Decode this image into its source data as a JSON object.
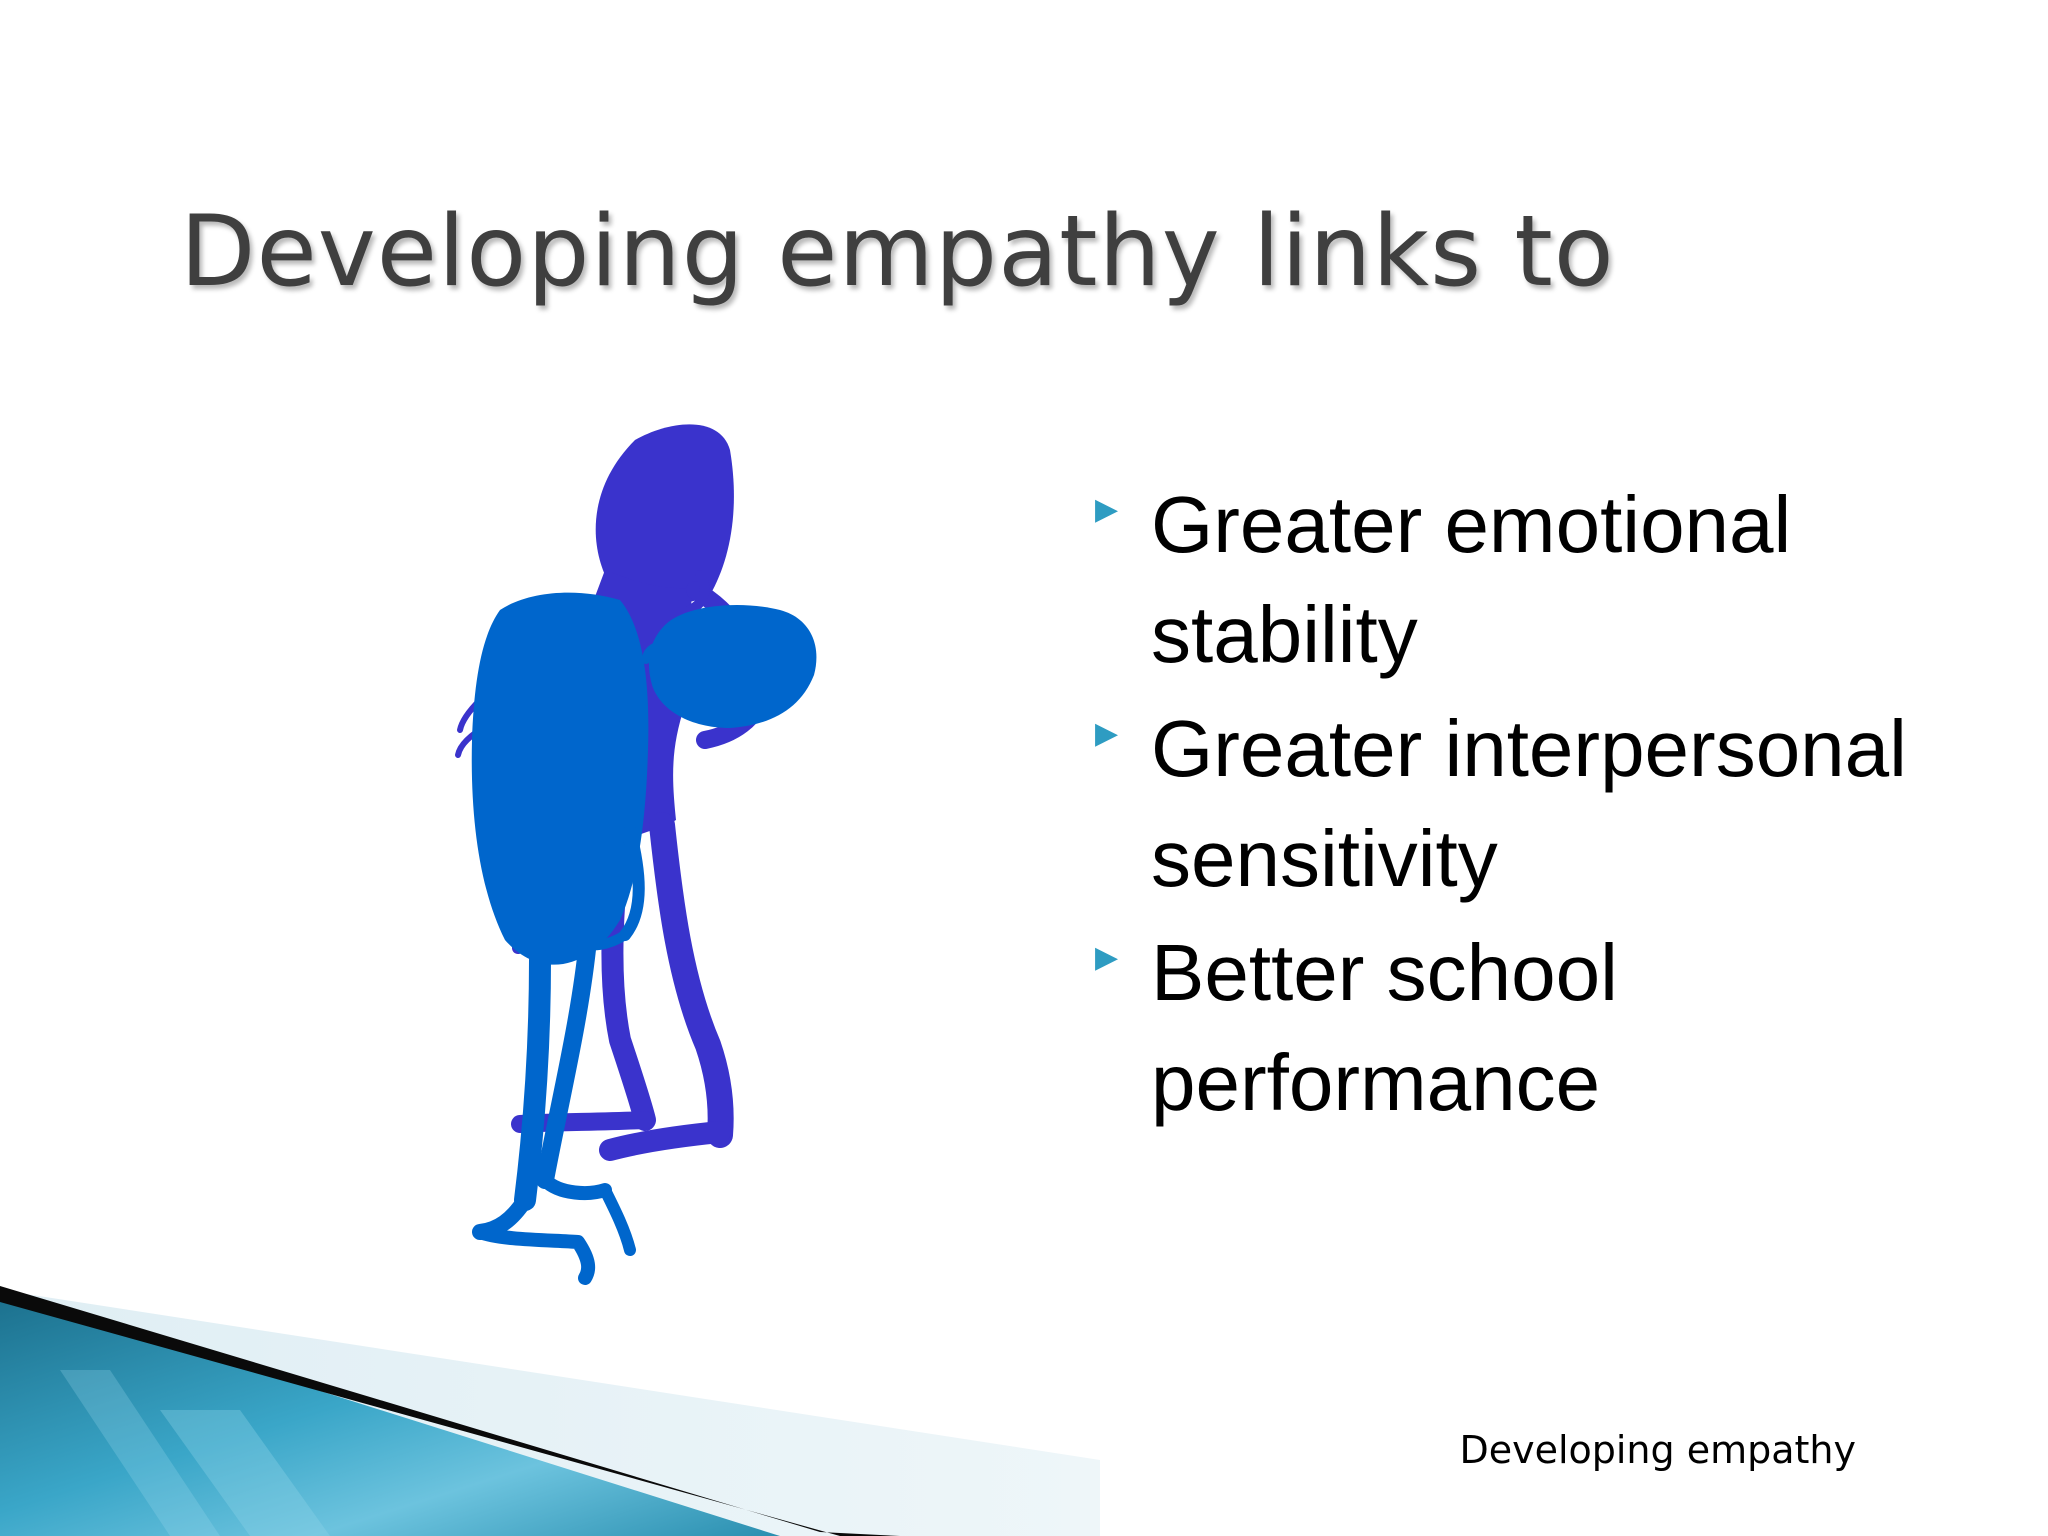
{
  "slide": {
    "title": "Developing empathy links to",
    "bullets": [
      "Greater emotional stability",
      "Greater interpersonal sensitivity",
      "Better school performance"
    ],
    "bullet_icon": "triangle-right-icon",
    "footer": "Developing empathy"
  },
  "colors": {
    "title": "#3f3f3f",
    "bullet_marker": "#2e9cc2",
    "figure_front": "#0066cc",
    "figure_back": "#3a33cc",
    "swoosh_teal": "#1f8fae"
  }
}
